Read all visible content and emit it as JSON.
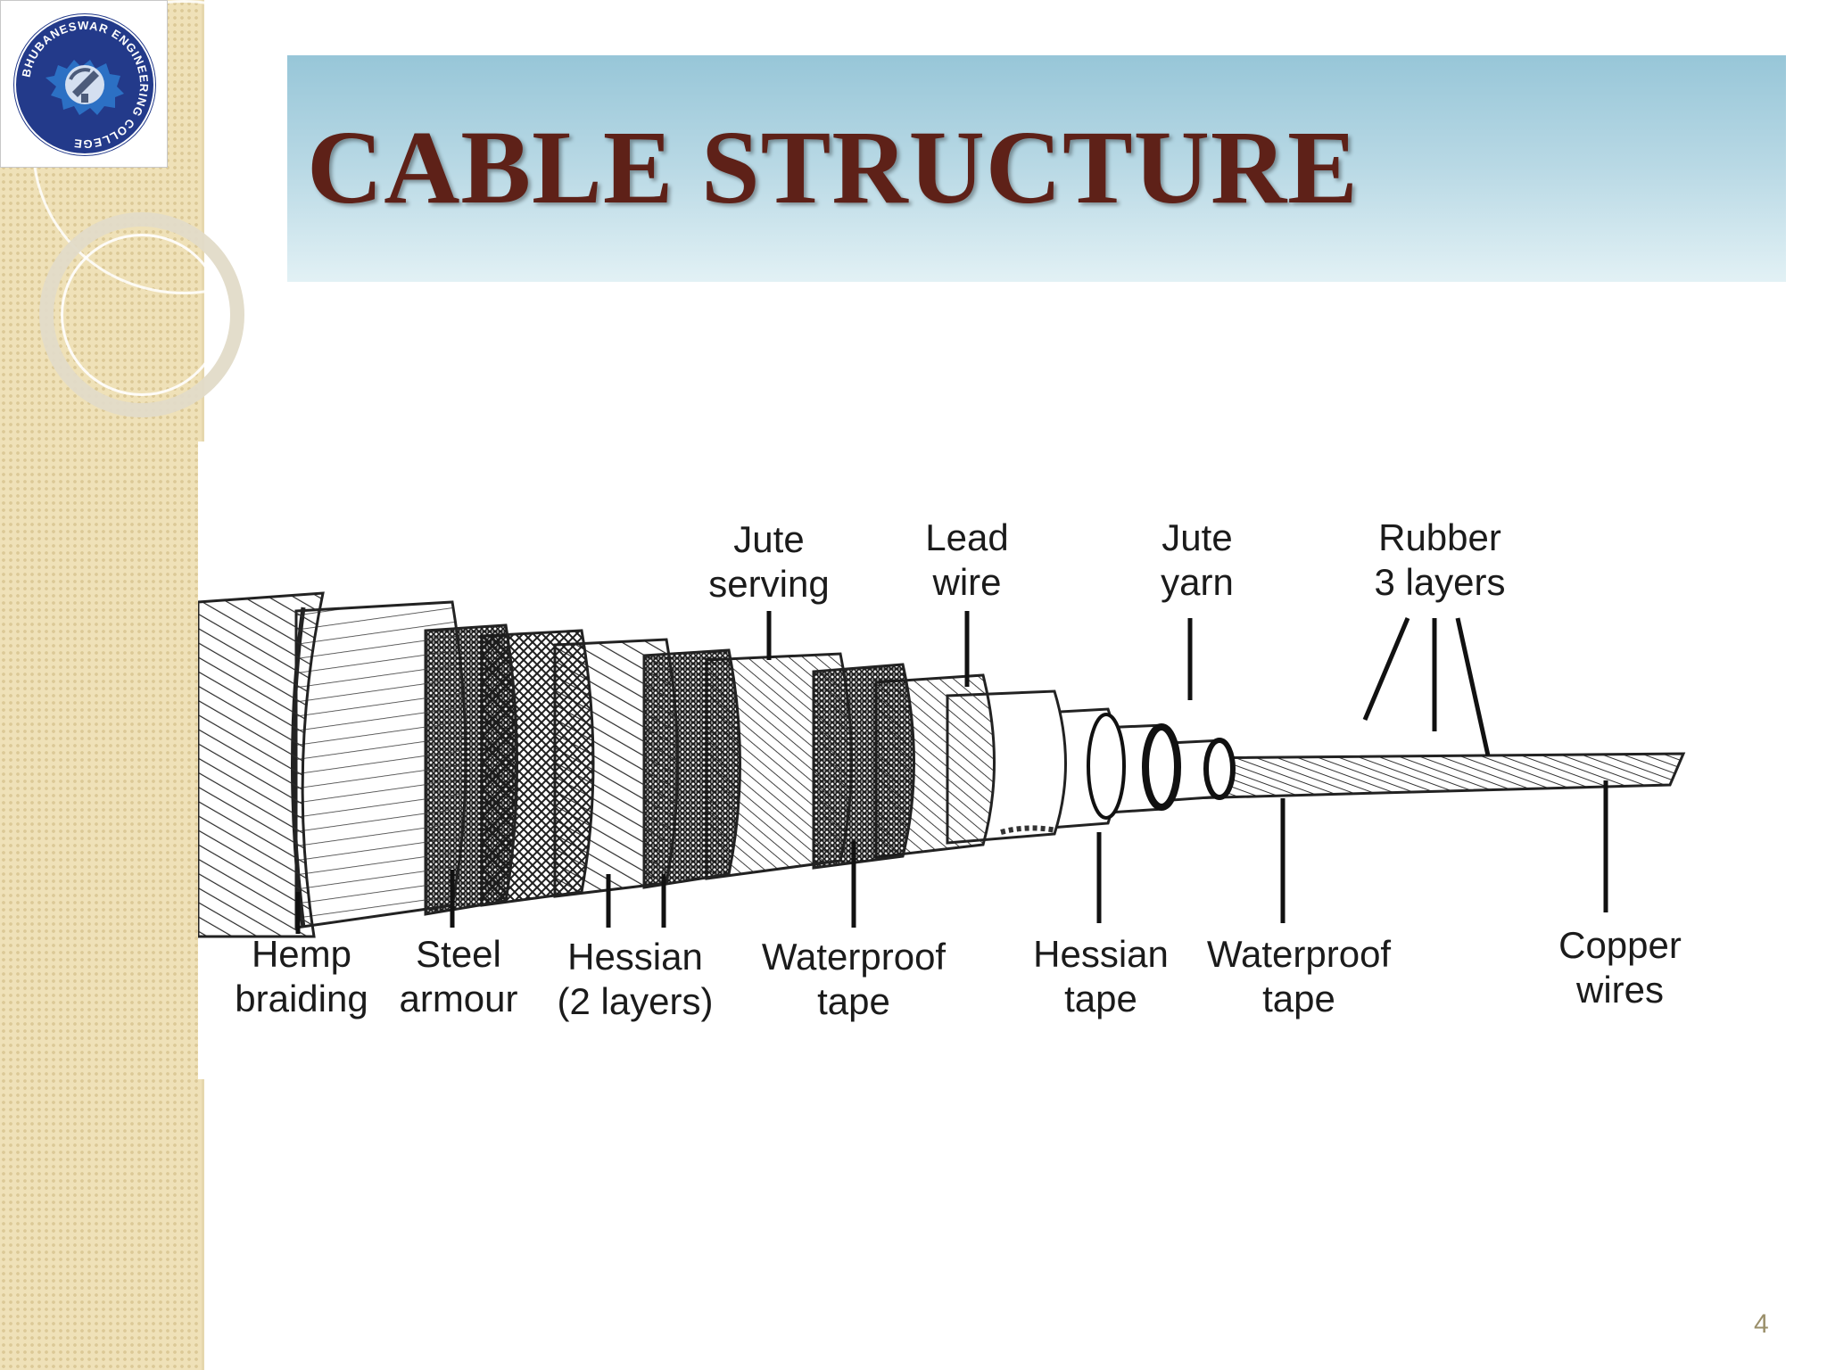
{
  "slide": {
    "title": "CABLE STRUCTURE",
    "page_number": "4"
  },
  "logo": {
    "text": "BHUBANESWAR ENGINEERING COLLEGE",
    "colors": {
      "ring": "#233a8a",
      "inner": "#2c70c4",
      "accent": "#d4dff0"
    }
  },
  "colors": {
    "title": "#5e2118",
    "banner_top": "#97c6d8",
    "banner_bottom": "#e2f1f5",
    "sidebar": "#efe1b8"
  },
  "diagram": {
    "labels_top": [
      {
        "id": "jute-serving",
        "lines": [
          "Jute",
          "serving"
        ]
      },
      {
        "id": "lead-wire",
        "lines": [
          "Lead",
          "wire"
        ]
      },
      {
        "id": "jute-yarn",
        "lines": [
          "Jute",
          "yarn"
        ]
      },
      {
        "id": "rubber-3-layers",
        "lines": [
          "Rubber",
          "3 layers"
        ]
      }
    ],
    "labels_bottom": [
      {
        "id": "hemp-braiding",
        "lines": [
          "Hemp",
          "braiding"
        ]
      },
      {
        "id": "steel-armour",
        "lines": [
          "Steel",
          "armour"
        ]
      },
      {
        "id": "hessian-2-layers",
        "lines": [
          "Hessian",
          "(2 layers)"
        ]
      },
      {
        "id": "waterproof-tape-1",
        "lines": [
          "Waterproof",
          "tape"
        ]
      },
      {
        "id": "hessian-tape",
        "lines": [
          "Hessian",
          "tape"
        ]
      },
      {
        "id": "waterproof-tape-2",
        "lines": [
          "Waterproof",
          "tape"
        ]
      },
      {
        "id": "copper-wires",
        "lines": [
          "Copper",
          "wires"
        ]
      }
    ]
  }
}
